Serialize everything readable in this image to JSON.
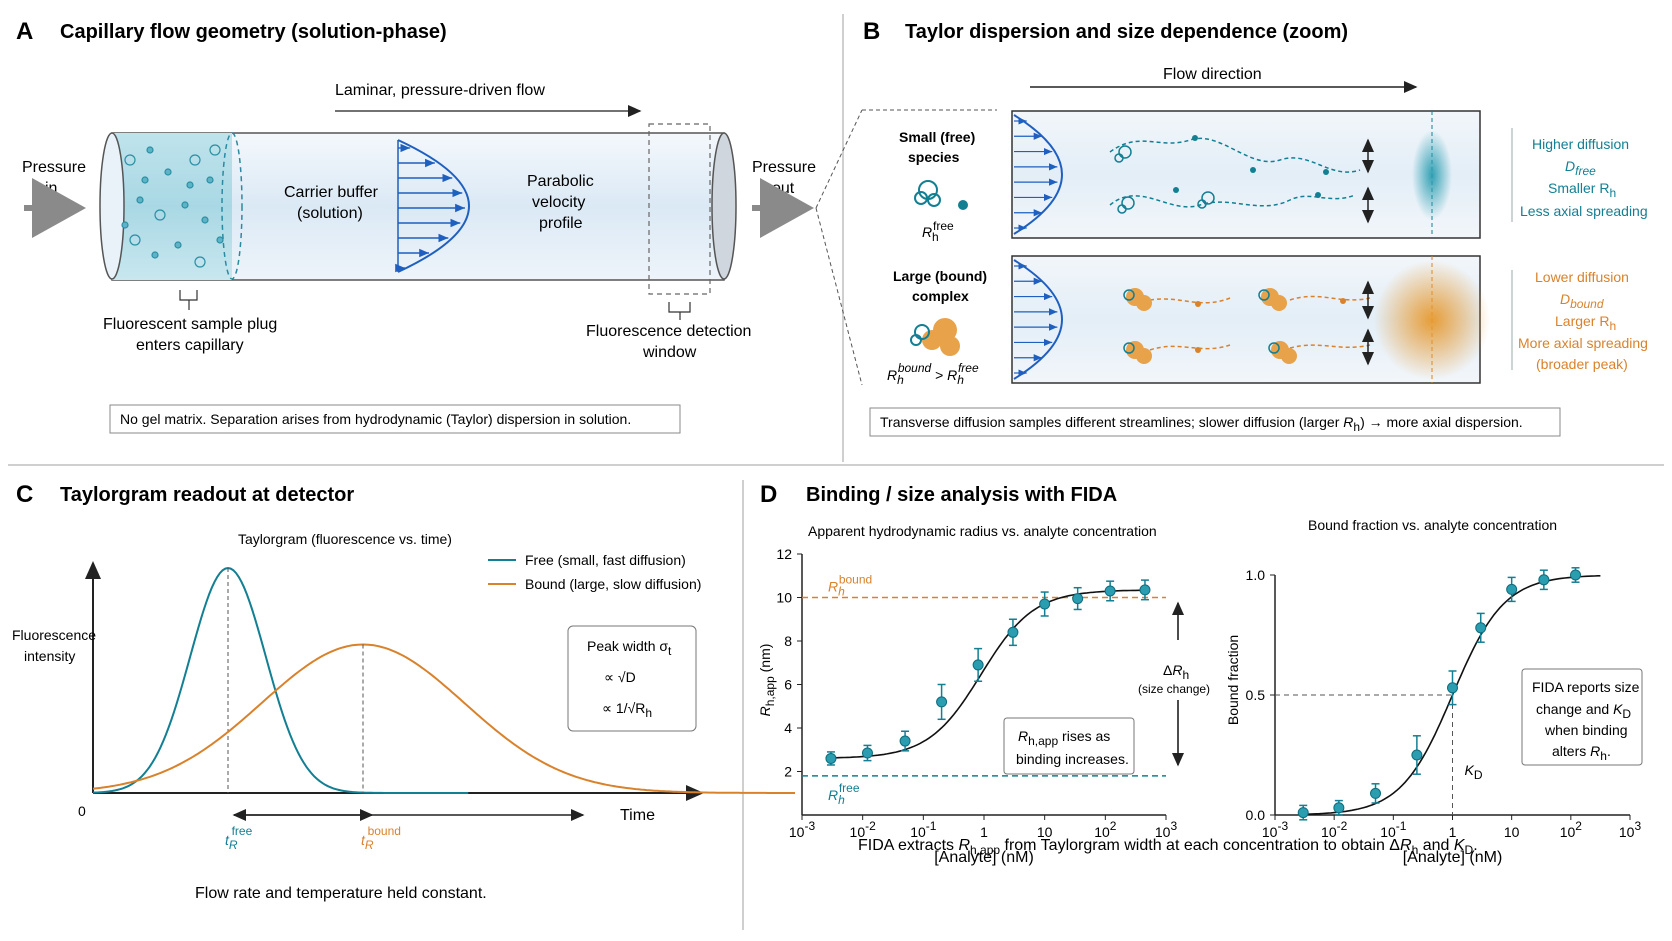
{
  "panels": {
    "a": {
      "letter": "A",
      "title": "Capillary flow geometry (solution-phase)",
      "flow_label": "Laminar, pressure-driven flow",
      "pressure_in": [
        "Pressure",
        "in"
      ],
      "pressure_out": [
        "Pressure",
        "out"
      ],
      "carrier": [
        "Carrier buffer",
        "(solution)"
      ],
      "profile": [
        "Parabolic",
        "velocity",
        "profile"
      ],
      "plug": [
        "Fluorescent sample plug",
        "enters capillary"
      ],
      "window": [
        "Fluorescence detection",
        "window"
      ],
      "note": "No gel matrix. Separation arises from hydrodynamic (Taylor) dispersion in solution."
    },
    "b": {
      "letter": "B",
      "title": "Taylor dispersion and size dependence (zoom)",
      "flow_direction": "Flow direction",
      "small": [
        "Small (free)",
        "species"
      ],
      "large": [
        "Large (bound)",
        "complex"
      ],
      "rh_free": "R",
      "free_text": [
        "Higher diffusion",
        "D",
        "Smaller R",
        "Less axial spreading"
      ],
      "bound_text": [
        "Lower diffusion",
        "D",
        "Larger R",
        "More axial spreading",
        "(broader peak)"
      ],
      "sub_free": "free",
      "sub_bound": "bound",
      "sub_h": "h",
      "note_part1": "Transverse diffusion samples different streamlines; slower diffusion (larger ",
      "note_part2": ") → more axial dispersion."
    },
    "c": {
      "letter": "C",
      "title": "Taylorgram readout at detector",
      "chart_title": "Taylorgram (fluorescence vs. time)",
      "ylabel": [
        "Fluorescence",
        "intensity"
      ],
      "xlabel": "Time",
      "origin": "0",
      "peak_width": [
        "Peak width σ",
        "∝ √D",
        "∝ 1/√R"
      ],
      "tr_free": "t",
      "footer": "Flow rate and temperature held constant."
    },
    "d": {
      "letter": "D",
      "title": "Binding / size analysis with FIDA",
      "annot1": [
        "R",
        " rises as",
        "binding increases."
      ],
      "delta": "ΔR",
      "size_change": "(size change)",
      "annot2": [
        "FIDA reports size",
        "change and K",
        "when binding",
        "alters R"
      ],
      "kd": "K",
      "footer": "FIDA extracts R h,app from Taylorgram width at each concentration to obtain ΔRh and KD."
    }
  },
  "colors": {
    "teal": "#127f93",
    "orange": "#d9822b",
    "blue": "#1f5fbf",
    "capillary_fill": "#e6f0f8"
  },
  "chart_data": [
    {
      "type": "line",
      "title": "Taylorgram (fluorescence vs. time)",
      "xlabel": "Time",
      "ylabel": "Fluorescence intensity",
      "series": [
        {
          "name": "Free (small, fast diffusion)",
          "peak_time": 1.0,
          "peak_height": 1.0,
          "width": 0.28
        },
        {
          "name": "Bound (large, slow diffusion)",
          "peak_time": 2.0,
          "peak_height": 0.66,
          "width": 0.75
        }
      ]
    },
    {
      "type": "scatter",
      "title": "Apparent hydrodynamic radius vs. analyte concentration",
      "xlabel": "[Analyte] (nM)",
      "ylabel": "R h,app (nm)",
      "xscale": "log",
      "xlim": [
        0.001,
        1000
      ],
      "ylim": [
        0,
        12
      ],
      "yticks": [
        2,
        4,
        6,
        8,
        10,
        12
      ],
      "xticks": [
        "10-3",
        "10-2",
        "10-1",
        "1",
        "10",
        "102",
        "103"
      ],
      "x": [
        0.003,
        0.012,
        0.05,
        0.2,
        0.8,
        3,
        10,
        35,
        120,
        450
      ],
      "y": [
        2.6,
        2.85,
        3.4,
        5.2,
        6.9,
        8.4,
        9.7,
        9.95,
        10.3,
        10.35
      ],
      "err": [
        0.3,
        0.35,
        0.45,
        0.8,
        0.75,
        0.6,
        0.55,
        0.5,
        0.45,
        0.45
      ],
      "reference_lines": [
        {
          "label": "R h bound",
          "value": 10.0
        },
        {
          "label": "R h free",
          "value": 1.8
        }
      ]
    },
    {
      "type": "scatter",
      "title": "Bound fraction vs. analyte concentration",
      "xlabel": "[Analyte] (nM)",
      "ylabel": "Bound fraction",
      "xscale": "log",
      "xlim": [
        0.001,
        1000
      ],
      "ylim": [
        0,
        1
      ],
      "yticks": [
        "0.0",
        "0.5",
        "1.0"
      ],
      "xticks": [
        "10-3",
        "10-2",
        "10-1",
        "1",
        "10",
        "102",
        "103"
      ],
      "x": [
        0.003,
        0.012,
        0.05,
        0.25,
        1.0,
        3.0,
        10,
        35,
        120
      ],
      "y": [
        0.01,
        0.03,
        0.09,
        0.25,
        0.53,
        0.78,
        0.94,
        0.98,
        1.0
      ],
      "err": [
        0.03,
        0.03,
        0.04,
        0.08,
        0.07,
        0.06,
        0.05,
        0.04,
        0.03
      ],
      "kd": 1.0
    }
  ]
}
